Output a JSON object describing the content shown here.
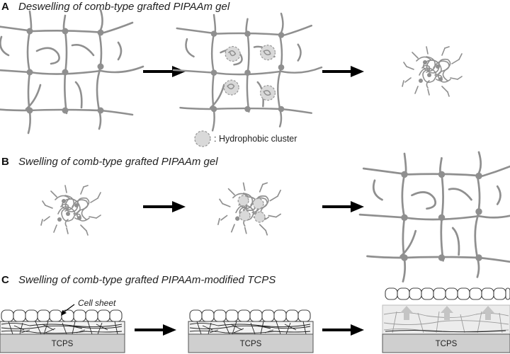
{
  "panels": [
    {
      "letter": "A",
      "title": "Deswelling of comb-type grafted PIPAAm gel"
    },
    {
      "letter": "B",
      "title": "Swelling of comb-type grafted PIPAAm gel"
    },
    {
      "letter": "C",
      "title": "Swelling of comb-type grafted PIPAAm-modified TCPS"
    }
  ],
  "legend": {
    "label": ": Hydrophobic cluster"
  },
  "substrate": {
    "label": "TCPS"
  },
  "callout": {
    "label": "Cell sheet"
  },
  "colors": {
    "chain": "#8f8f8f",
    "arrow": "#000000",
    "substrate": "#cfcfcf",
    "cluster": "#d9d9d9"
  }
}
